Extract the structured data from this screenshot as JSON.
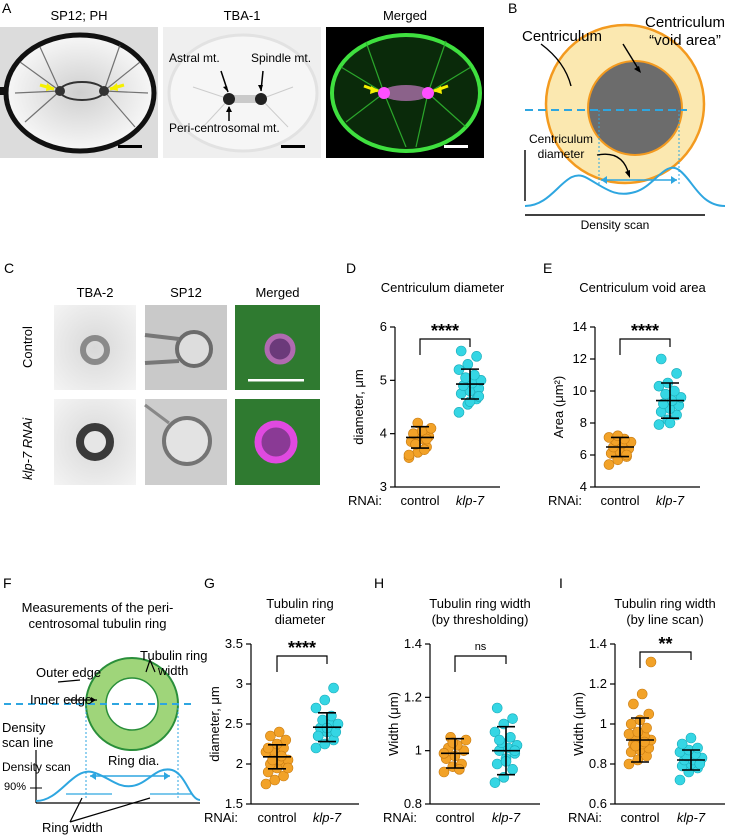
{
  "panels": {
    "A": {
      "letter": "A",
      "titles": [
        "SP12; PH",
        "TBA-1",
        "Merged"
      ],
      "annotations": [
        "Astral mt.",
        "Spindle mt.",
        "Peri-centrosomal mt."
      ]
    },
    "B": {
      "letter": "B",
      "centriculum": "Centriculum",
      "void_line1": "Centriculum",
      "void_line2": "“void area”",
      "diameter_line1": "Centriculum",
      "diameter_line2": "diameter",
      "density_scan": "Density scan"
    },
    "C": {
      "letter": "C",
      "col_titles": [
        "TBA-2",
        "SP12",
        "Merged"
      ],
      "row_labels": [
        "Control",
        "klp-7 RNAi"
      ]
    },
    "D": {
      "letter": "D"
    },
    "E": {
      "letter": "E"
    },
    "F": {
      "letter": "F",
      "title_line1": "Measurements of the peri-",
      "title_line2": "centrosomal tubulin ring",
      "outer_edge": "Outer edge",
      "inner_edge": "Inner edge",
      "tubulin_ring_width_1": "Tubulin ring",
      "tubulin_ring_width_2": "width",
      "density_scan_line_1": "Density",
      "density_scan_line_2": "scan line",
      "density_scan": "Density scan",
      "ring_dia": "Ring dia.",
      "pct": "90%",
      "ring_width": "Ring width"
    },
    "G": {
      "letter": "G"
    },
    "H": {
      "letter": "H"
    },
    "I": {
      "letter": "I"
    }
  },
  "colors": {
    "control": "#f2a228",
    "klp7": "#35d6e4",
    "orange_ring": "#f39a1f",
    "pale_yellow": "#fbe8b0",
    "void_gray": "#6c6c6c",
    "blue_line": "#2ea6e0",
    "green_ring": "#9fd57a",
    "green_edge": "#2a8f3a"
  },
  "chart_data": [
    {
      "id": "D",
      "type": "scatter",
      "title": "Centriculum diameter",
      "ylabel": "diameter, μm",
      "ylim": [
        3,
        6
      ],
      "yticks": [
        3,
        4,
        5,
        6
      ],
      "categories_prefix": "RNAi:",
      "categories": [
        "control",
        "klp-7"
      ],
      "significance": "****",
      "series": [
        {
          "values": [
            3.55,
            3.65,
            3.75,
            3.85,
            3.9,
            3.95,
            4.0,
            4.05,
            4.1,
            3.8,
            3.7,
            3.6,
            4.2,
            3.9
          ],
          "mean": 3.93,
          "sd": 0.2
        },
        {
          "values": [
            4.4,
            4.55,
            4.65,
            4.75,
            4.8,
            4.85,
            4.9,
            4.95,
            5.0,
            5.05,
            5.1,
            5.2,
            5.3,
            5.45,
            5.55,
            4.6,
            4.7
          ],
          "mean": 4.93,
          "sd": 0.28
        }
      ]
    },
    {
      "id": "E",
      "type": "scatter",
      "title": "Centriculum void area",
      "ylabel": "Area (μm²)",
      "ylim": [
        4,
        14
      ],
      "yticks": [
        4,
        6,
        8,
        10,
        12,
        14
      ],
      "categories_prefix": "RNAi:",
      "categories": [
        "control",
        "klp-7"
      ],
      "significance": "****",
      "series": [
        {
          "values": [
            5.4,
            5.7,
            5.9,
            6.1,
            6.2,
            6.4,
            6.5,
            6.7,
            6.8,
            6.9,
            7.0,
            7.1,
            7.2,
            6.0
          ],
          "mean": 6.5,
          "sd": 0.6
        },
        {
          "values": [
            7.9,
            8.2,
            8.5,
            8.7,
            8.9,
            9.1,
            9.2,
            9.4,
            9.6,
            9.8,
            10.0,
            10.3,
            10.5,
            11.1,
            12.0,
            8.0
          ],
          "mean": 9.4,
          "sd": 1.1
        }
      ]
    },
    {
      "id": "G",
      "type": "scatter",
      "title": "Tubulin ring diameter",
      "ylabel": "diameter, μm",
      "ylim": [
        1.5,
        3.5
      ],
      "yticks": [
        1.5,
        2,
        2.5,
        3,
        3.5
      ],
      "categories_prefix": "RNAi:",
      "categories": [
        "control",
        "klp-7"
      ],
      "significance": "****",
      "series": [
        {
          "values": [
            1.75,
            1.8,
            1.85,
            1.9,
            1.95,
            2.0,
            2.0,
            2.05,
            2.05,
            2.1,
            2.1,
            2.15,
            2.15,
            2.2,
            2.2,
            2.25,
            2.3,
            2.35,
            2.4,
            1.95,
            2.05,
            2.1
          ],
          "mean": 2.09,
          "sd": 0.15
        },
        {
          "values": [
            2.2,
            2.25,
            2.3,
            2.35,
            2.4,
            2.4,
            2.45,
            2.5,
            2.5,
            2.55,
            2.6,
            2.7,
            2.8,
            2.95,
            2.35,
            2.45
          ],
          "mean": 2.46,
          "sd": 0.18
        }
      ]
    },
    {
      "id": "H",
      "type": "scatter",
      "title": "Tubulin ring width (by thresholding)",
      "ylabel": "Width (μm)",
      "ylim": [
        0.8,
        1.4
      ],
      "yticks": [
        0.8,
        1.0,
        1.2,
        1.4
      ],
      "categories_prefix": "RNAi:",
      "categories": [
        "control",
        "klp-7"
      ],
      "significance": "ns",
      "series": [
        {
          "values": [
            0.92,
            0.94,
            0.95,
            0.97,
            0.98,
            1.0,
            1.01,
            1.02,
            1.04,
            1.05,
            0.93,
            0.99,
            1.03
          ],
          "mean": 0.99,
          "sd": 0.055
        },
        {
          "values": [
            0.88,
            0.9,
            0.93,
            0.95,
            0.97,
            0.99,
            1.0,
            1.01,
            1.02,
            1.03,
            1.05,
            1.07,
            1.1,
            1.12,
            1.16,
            0.96,
            1.0,
            1.04
          ],
          "mean": 1.0,
          "sd": 0.09
        }
      ]
    },
    {
      "id": "I",
      "type": "scatter",
      "title": "Tubulin ring width (by line scan)",
      "ylabel": "Width (μm)",
      "ylim": [
        0.6,
        1.4
      ],
      "yticks": [
        0.6,
        0.8,
        1.0,
        1.2,
        1.4
      ],
      "categories_prefix": "RNAi:",
      "categories": [
        "control",
        "klp-7"
      ],
      "significance": "**",
      "series": [
        {
          "values": [
            0.8,
            0.82,
            0.84,
            0.86,
            0.87,
            0.88,
            0.9,
            0.9,
            0.92,
            0.93,
            0.94,
            0.95,
            0.96,
            0.98,
            1.0,
            1.02,
            1.05,
            1.1,
            1.15,
            1.31,
            0.89,
            0.91
          ],
          "mean": 0.92,
          "sd": 0.11
        },
        {
          "values": [
            0.72,
            0.76,
            0.78,
            0.79,
            0.8,
            0.81,
            0.82,
            0.82,
            0.83,
            0.84,
            0.85,
            0.86,
            0.87,
            0.88,
            0.9,
            0.93,
            0.8
          ],
          "mean": 0.82,
          "sd": 0.05
        }
      ]
    }
  ]
}
